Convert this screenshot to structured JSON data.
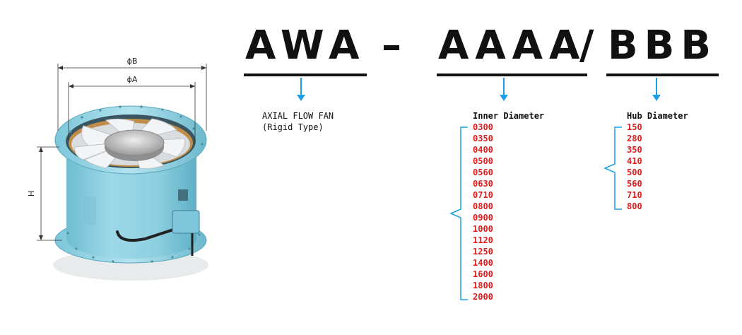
{
  "code_parts": {
    "prefix": "AWA",
    "dash": "–",
    "inner": "AAAA",
    "slash": "/",
    "hub": "BBB"
  },
  "fan_dimensions": {
    "outer": "ϕB",
    "inner": "ϕA",
    "height": "H"
  },
  "type_label": {
    "line1": "AXIAL FLOW FAN",
    "line2": "(Rigid Type)"
  },
  "inner_diameter": {
    "heading": "Inner Diameter",
    "values": [
      "0300",
      "0350",
      "0400",
      "0500",
      "0560",
      "0630",
      "0710",
      "0800",
      "0900",
      "1000",
      "1120",
      "1250",
      "1400",
      "1600",
      "1800",
      "2000"
    ]
  },
  "hub_diameter": {
    "heading": "Hub Diameter",
    "values": [
      "150",
      "280",
      "350",
      "410",
      "500",
      "560",
      "710",
      "800"
    ]
  },
  "colors": {
    "accent_blue": "#1aa0e8",
    "value_red": "#e01d1d",
    "fan_body": "#8fd0e0"
  }
}
